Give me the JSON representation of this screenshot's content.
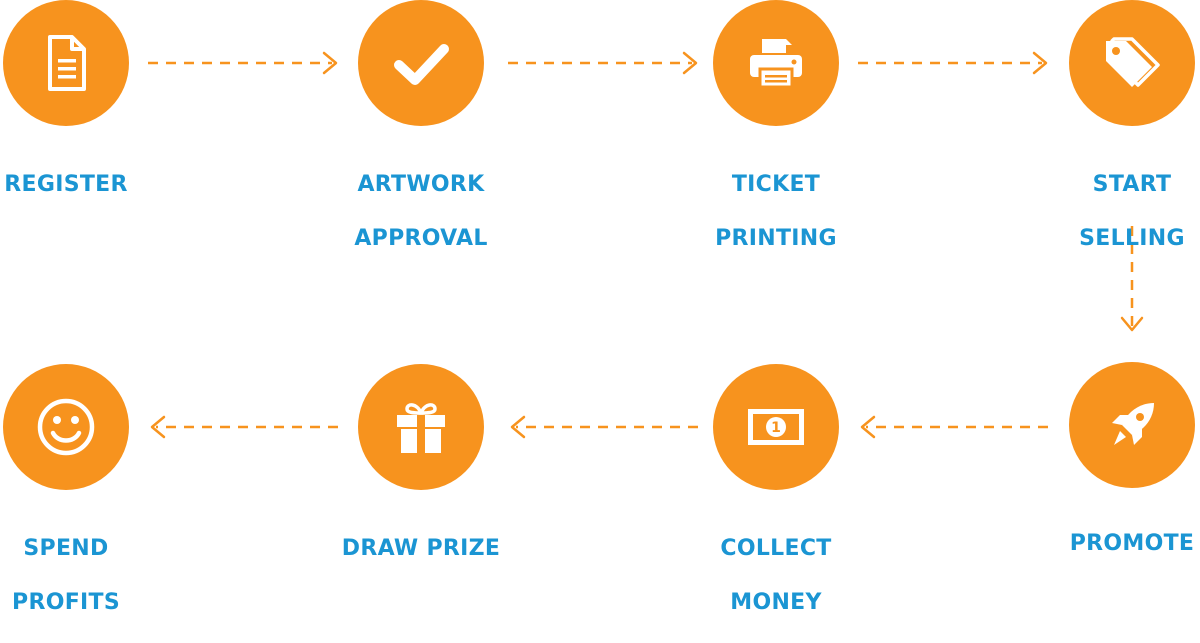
{
  "colors": {
    "circle": "#f7931e",
    "arrow": "#f7931e",
    "label": "#1b95d3",
    "icon": "#ffffff"
  },
  "steps": [
    {
      "label_1": "Register",
      "label_2": "",
      "icon": "document-icon"
    },
    {
      "label_1": "Artwork",
      "label_2": "Approval",
      "icon": "checkmark-icon"
    },
    {
      "label_1": "Ticket",
      "label_2": "Printing",
      "icon": "printer-icon"
    },
    {
      "label_1": "Start",
      "label_2": "Selling",
      "icon": "tags-icon"
    },
    {
      "label_1": "Promote",
      "label_2": "",
      "icon": "rocket-icon"
    },
    {
      "label_1": "Collect",
      "label_2": "Money",
      "icon": "money-icon"
    },
    {
      "label_1": "Draw Prize",
      "label_2": "",
      "icon": "gift-icon"
    },
    {
      "label_1": "Spend",
      "label_2": "Profits",
      "icon": "smiley-icon"
    }
  ],
  "money_icon_text": "1"
}
